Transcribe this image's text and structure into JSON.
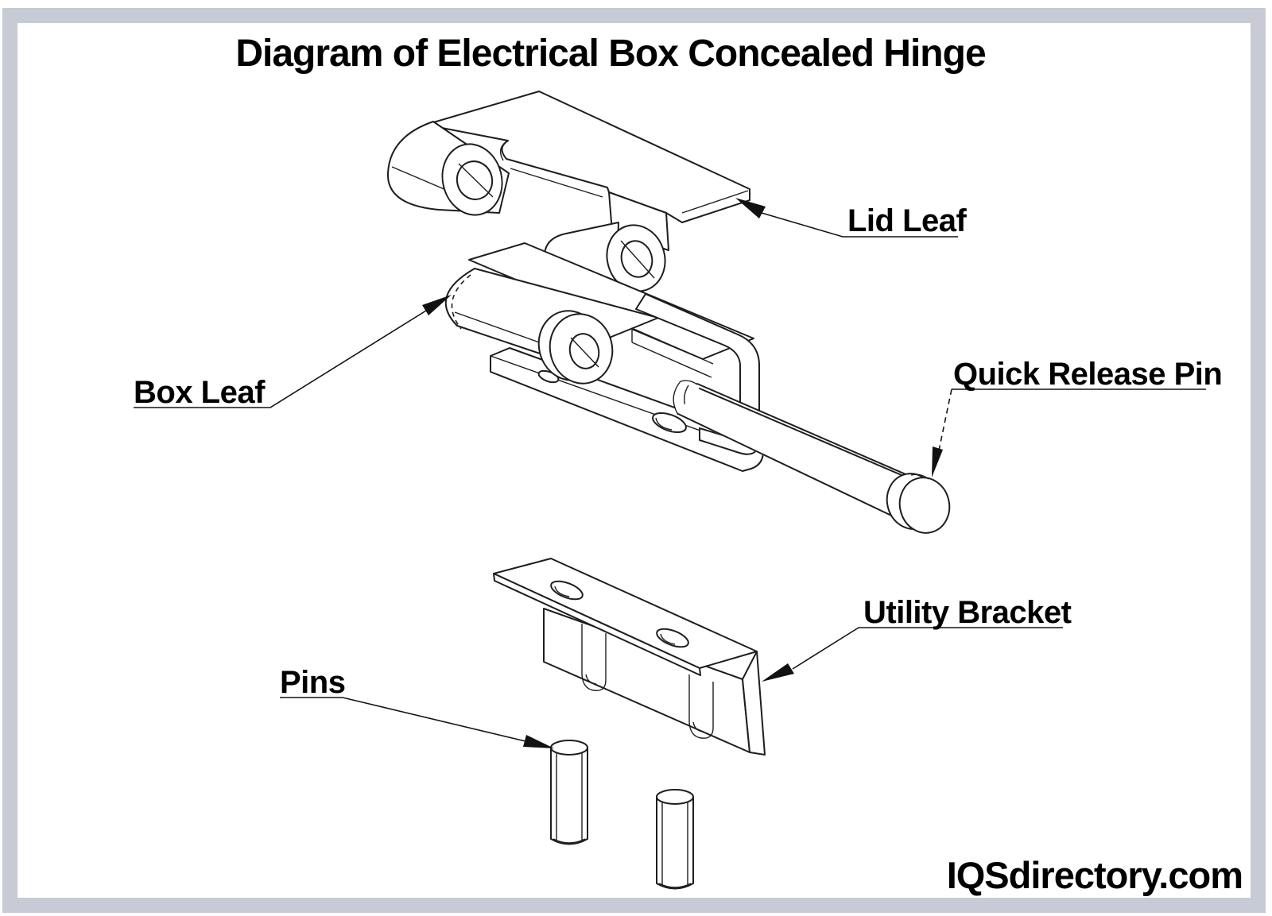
{
  "title": "Diagram of Electrical Box Concealed Hinge",
  "watermark": "IQSdirectory.com",
  "callouts": {
    "lid_leaf": "Lid Leaf",
    "box_leaf": "Box Leaf",
    "quick_release_pin": "Quick Release Pin",
    "utility_bracket": "Utility Bracket",
    "pins": "Pins"
  },
  "colors": {
    "background": "#ffffff",
    "line": "#1e1e1e",
    "text": "#000000",
    "frame": "#c6cbd6"
  }
}
